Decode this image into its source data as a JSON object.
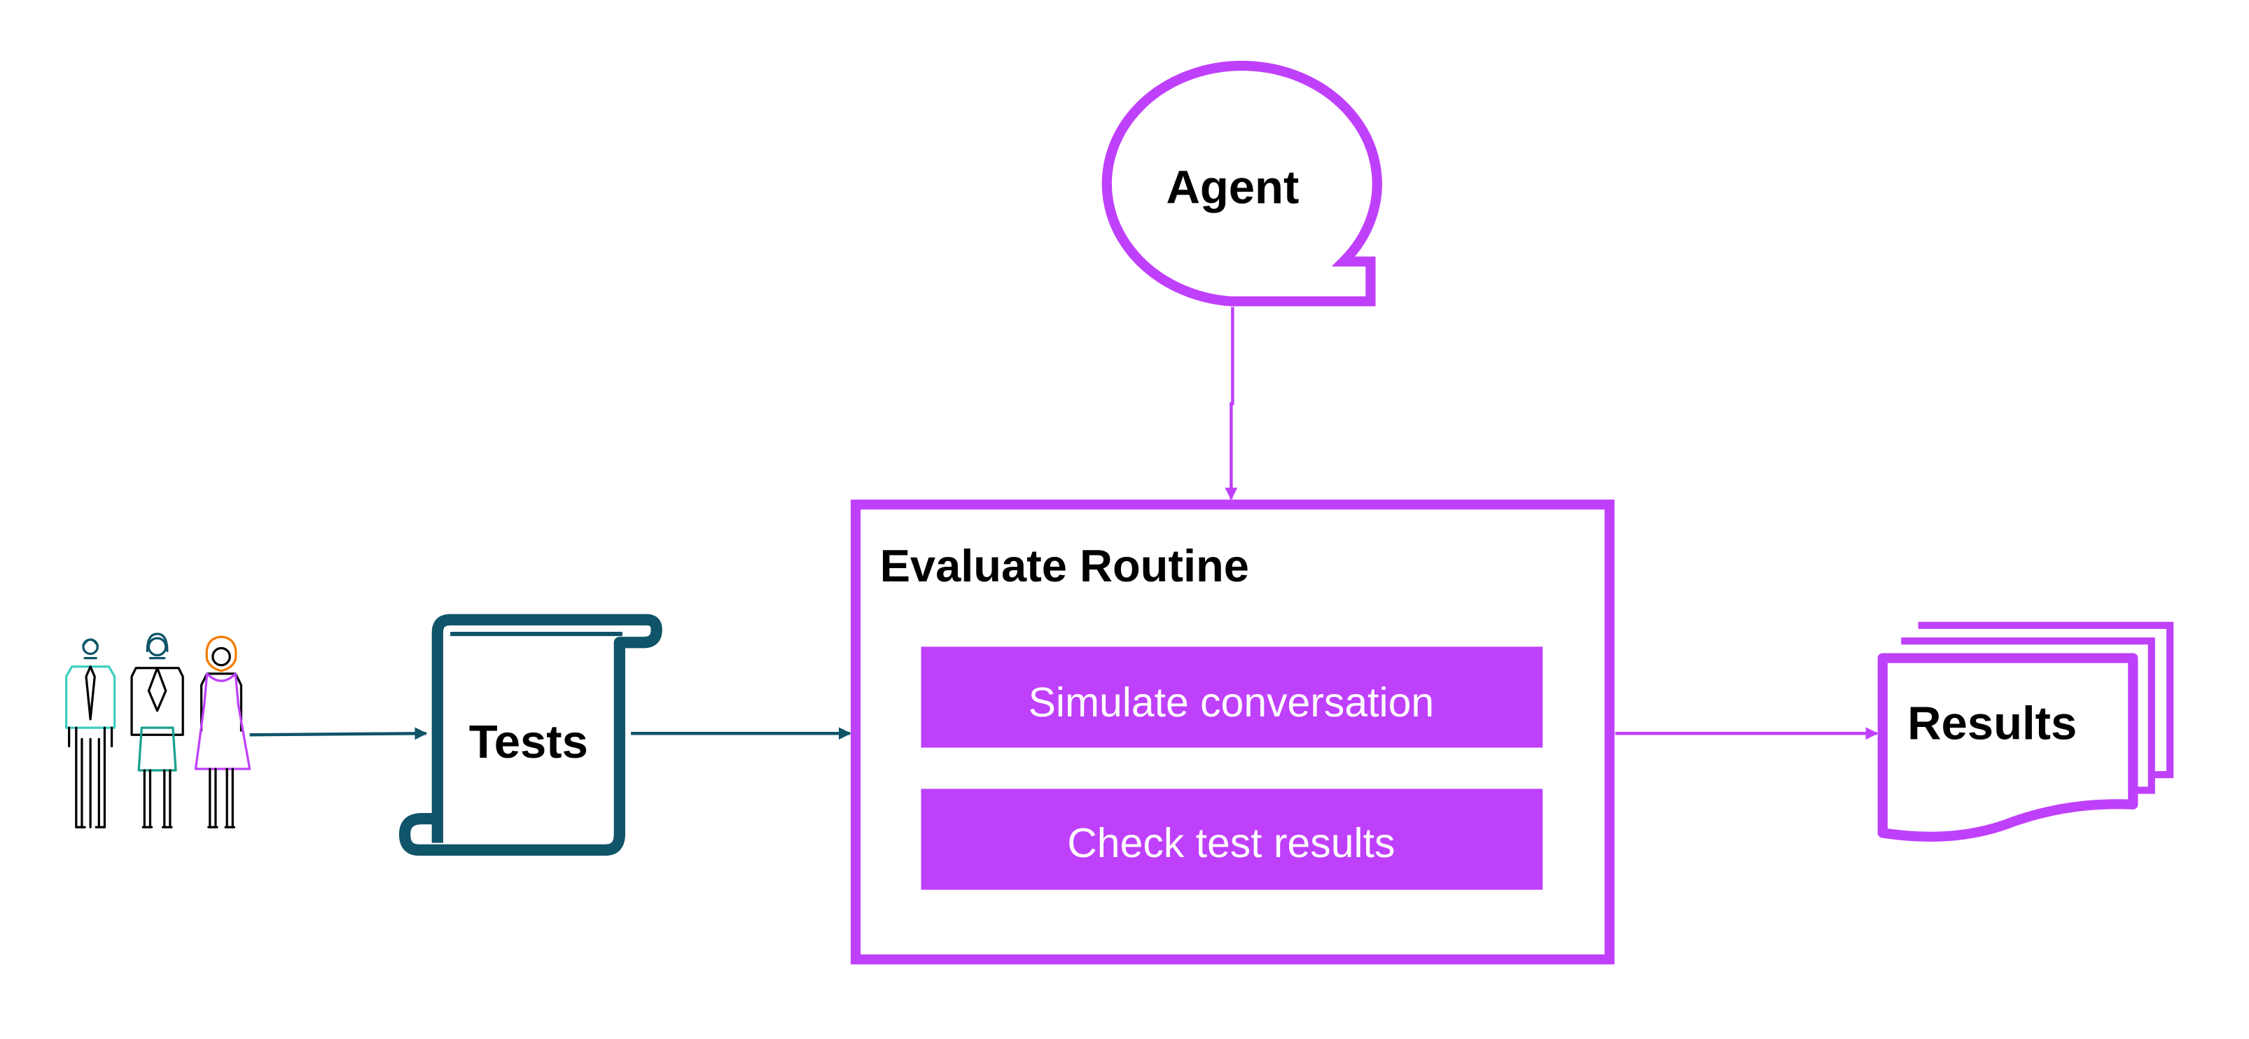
{
  "nodes": {
    "agent": {
      "label": "Agent"
    },
    "tests": {
      "label": "Tests"
    },
    "evaluate_routine": {
      "title": "Evaluate Routine",
      "steps": [
        {
          "label": "Simulate conversation"
        },
        {
          "label": "Check test results"
        }
      ]
    },
    "results": {
      "label": "Results"
    }
  },
  "colors": {
    "purple": "#BF40FB",
    "teal_dark": "#0F5468",
    "mint": "#3ECFC0",
    "green": "#19A08E",
    "orange": "#F57C00",
    "text": "#000000",
    "step_text": "#FFFFFF"
  },
  "icons": [
    "people-icon",
    "scroll-icon",
    "speech-bubble-icon",
    "document-stack-icon"
  ]
}
